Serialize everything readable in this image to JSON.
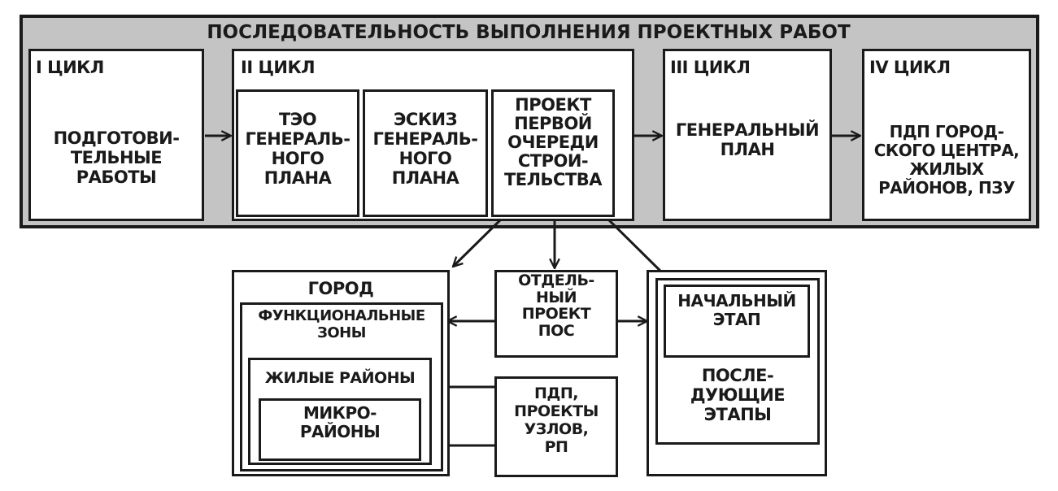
{
  "title": "ПОСЛЕДОВАТЕЛЬНОСТЬ ВЫПОЛНЕНИЯ ПРОЕКТНЫХ РАБОТ",
  "cycles": [
    {
      "label": "I ЦИКЛ",
      "content": "ПОДГОТОВИ-\nТЕЛЬНЫЕ\nРАБОТЫ"
    },
    {
      "label": "II ЦИКЛ",
      "stages": [
        "ТЭО\nГЕНЕРАЛЬ-\nНОГО\nПЛАНА",
        "ЭСКИЗ\nГЕНЕРАЛЬ-\nНОГО\nПЛАНА",
        "ПРОЕКТ\nПЕРВОЙ\nОЧЕРЕДИ\nСТРОИ-\nТЕЛЬСТВА"
      ]
    },
    {
      "label": "III ЦИКЛ",
      "content": "ГЕНЕРАЛЬНЫЙ\nПЛАН"
    },
    {
      "label": "IV ЦИКЛ",
      "content": "ПДП ГОРОД-\nСКОГО ЦЕНТРА,\nЖИЛЫХ\nРАЙОНОВ, ПЗУ"
    }
  ],
  "city": {
    "title": "ГОРОД",
    "functional_zones": "ФУНКЦИОНАЛЬНЫЕ\nЗОНЫ",
    "residential": "ЖИЛЫЕ РАЙОНЫ",
    "micro": "МИКРО-\nРАЙОНЫ"
  },
  "pos": "ОТДЕЛЬ-\nНЫЙ\nПРОЕКТ\nПОС",
  "pdp": "ПДП,\nПРОЕКТЫ\nУЗЛОВ,\nРП",
  "stages": {
    "initial": "НАЧАЛЬНЫЙ\nЭТАП",
    "subsequent": "ПОСЛЕ-\nДУЮЩИЕ\nЭТАПЫ"
  }
}
